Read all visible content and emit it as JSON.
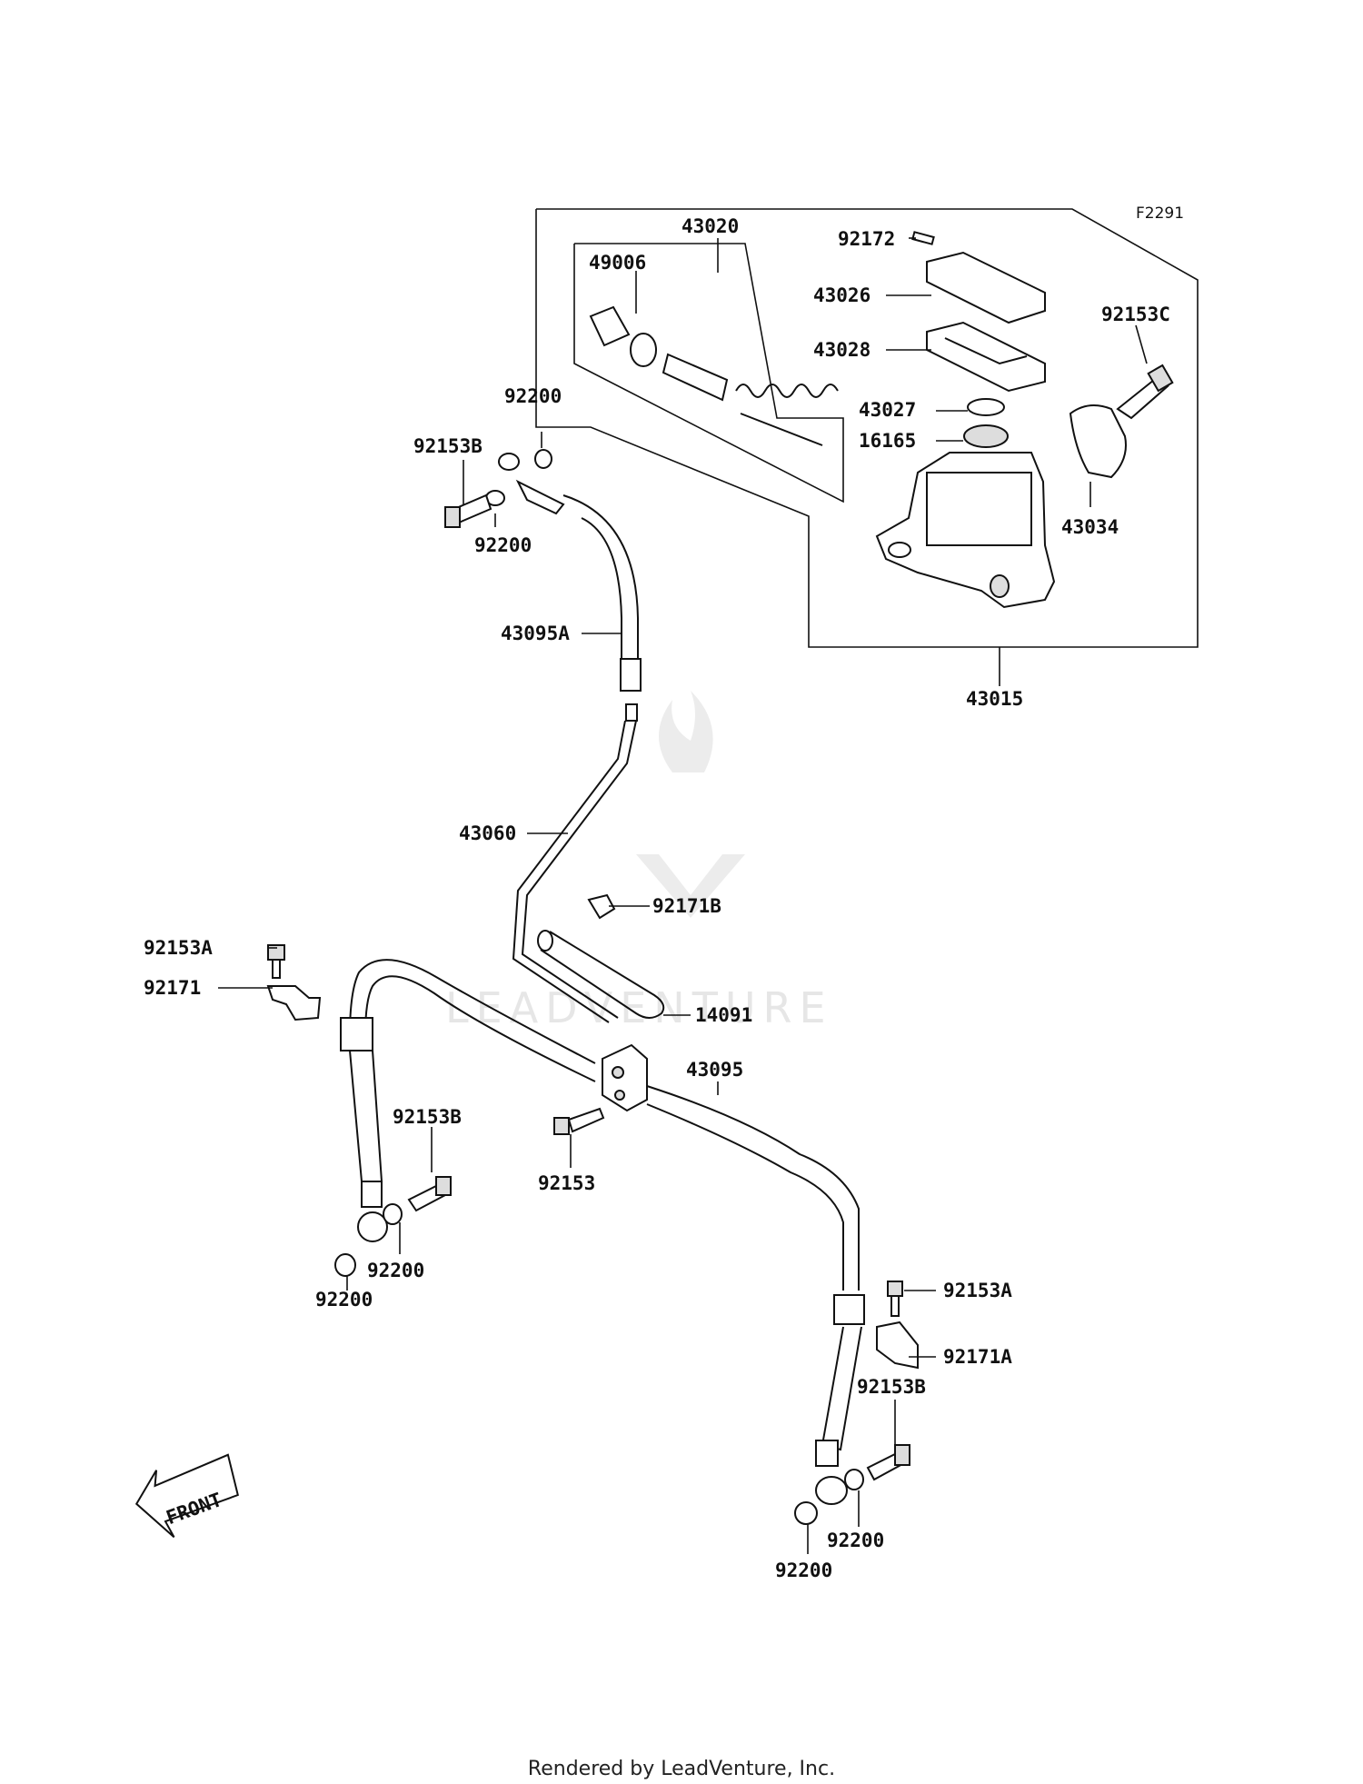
{
  "diagram_code": "F2291",
  "watermark": "LEADVENTURE",
  "front_label": "FRONT",
  "footer": "Rendered by LeadVenture, Inc.",
  "labels": {
    "p43020": "43020",
    "p49006": "49006",
    "p92172": "92172",
    "p43026": "43026",
    "p43028": "43028",
    "p92153C": "92153C",
    "p43027": "43027",
    "p16165": "16165",
    "p43034": "43034",
    "p43015": "43015",
    "p92200_top": "92200",
    "p92153B_top": "92153B",
    "p92200_top2": "92200",
    "p43095A": "43095A",
    "p43060": "43060",
    "p92171B": "92171B",
    "p92153A_left": "92153A",
    "p92171": "92171",
    "p14091": "14091",
    "p43095": "43095",
    "p92153": "92153",
    "p92153B_mid": "92153B",
    "p92200_mid1": "92200",
    "p92200_mid2": "92200",
    "p92153A_right": "92153A",
    "p92171A": "92171A",
    "p92153B_right": "92153B",
    "p92200_bot1": "92200",
    "p92200_bot2": "92200"
  }
}
